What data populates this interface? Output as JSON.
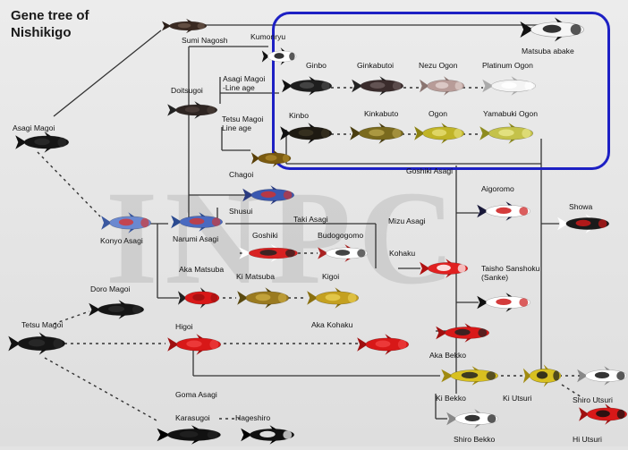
{
  "title": [
    "Gene tree of",
    "Nishikigo"
  ],
  "watermark": "INPC",
  "highlight_color": "#1d20c4",
  "varieties": [
    {
      "id": "asagi-magoi",
      "label": "Asagi Magoi",
      "colors": [
        "#151515",
        "#2a2a2a",
        "#111111"
      ]
    },
    {
      "id": "sumi-nagoshi",
      "label": "Sumi Nagosh",
      "colors": [
        "#3a2a22",
        "#6a5548",
        "#2a1e18"
      ]
    },
    {
      "id": "kumonryu",
      "label": "Kumonryu",
      "colors": [
        "#ffffff",
        "#111111",
        "#111111"
      ]
    },
    {
      "id": "matsuba-abake",
      "label": "Matsuba abake",
      "colors": [
        "#f5f5f5",
        "#111111",
        "#111111"
      ]
    },
    {
      "id": "doitsugoi",
      "label": "Doitsugoi",
      "colors": [
        "#2e2522",
        "#4a3d38",
        "#222222"
      ]
    },
    {
      "id": "asagi-magoi-lineage",
      "label": "Asagi Magoi\n-Line age",
      "colors": [
        "#222",
        "#333",
        "#111"
      ]
    },
    {
      "id": "tetsu-magoi-lineage",
      "label": "Tetsu Magoi\nLine age",
      "colors": [
        "#222",
        "#333",
        "#111"
      ]
    },
    {
      "id": "ginbo",
      "label": "Ginbo",
      "colors": [
        "#1e1e1e",
        "#4a4a4a",
        "#111111"
      ]
    },
    {
      "id": "ginkabutoi",
      "label": "Ginkabutoi",
      "colors": [
        "#3a2c2c",
        "#6a5a5a",
        "#222222"
      ]
    },
    {
      "id": "nezu-ogon",
      "label": "Nezu Ogon",
      "colors": [
        "#b89c98",
        "#e0d0cc",
        "#8a7470"
      ]
    },
    {
      "id": "platinum-ogon",
      "label": "Platinum Ogon",
      "colors": [
        "#f4f4f4",
        "#ffffff",
        "#aaaaaa"
      ]
    },
    {
      "id": "kinbo",
      "label": "Kinbo",
      "colors": [
        "#1e1a12",
        "#3a3422",
        "#111111"
      ]
    },
    {
      "id": "kinkabuto",
      "label": "Kinkabuto",
      "colors": [
        "#7a6a1e",
        "#b4a048",
        "#4a3e10"
      ]
    },
    {
      "id": "ogon",
      "label": "Ogon",
      "colors": [
        "#c0b428",
        "#e4dc70",
        "#8a8010"
      ]
    },
    {
      "id": "yamabuki-ogon",
      "label": "Yamabuki Ogon",
      "colors": [
        "#c4c24a",
        "#e8e688",
        "#8e8c20"
      ]
    },
    {
      "id": "chagoi",
      "label": "Chagoi",
      "colors": [
        "#7a5a10",
        "#a88428",
        "#5a4008"
      ]
    },
    {
      "id": "goshiki-asagi",
      "label": "Goshiki Asagi",
      "colors": [
        "#444",
        "#666",
        "#222"
      ]
    },
    {
      "id": "shusui",
      "label": "Shusui",
      "colors": [
        "#3a58b0",
        "#cc3333",
        "#2a3a80"
      ]
    },
    {
      "id": "konyo-asagi",
      "label": "Konyo Asagi",
      "colors": [
        "#6a88d0",
        "#d23a3a",
        "#3a58a0"
      ]
    },
    {
      "id": "narumi-asagi",
      "label": "Narumi Asagi",
      "colors": [
        "#4a6ac0",
        "#cc3a3a",
        "#2a4a90"
      ]
    },
    {
      "id": "taki-asagi",
      "label": "Taki Asagi",
      "colors": [
        "#333",
        "#555",
        "#111"
      ]
    },
    {
      "id": "goshiki",
      "label": "Goshiki",
      "colors": [
        "#d82222",
        "#222222",
        "#ffffff"
      ]
    },
    {
      "id": "budogogomo",
      "label": "Budogogomo",
      "colors": [
        "#ffffff",
        "#222222",
        "#aa2222"
      ]
    },
    {
      "id": "mizu-asagi",
      "label": "Mizu Asagi",
      "colors": [
        "#333",
        "#555",
        "#111"
      ]
    },
    {
      "id": "kohaku",
      "label": "Kohaku",
      "colors": [
        "#e02020",
        "#ffffff",
        "#b01010"
      ]
    },
    {
      "id": "aigoromo",
      "label": "Aigoromo",
      "colors": [
        "#ffffff",
        "#cc1a1a",
        "#1a1a3a"
      ]
    },
    {
      "id": "showa",
      "label": "Showa",
      "colors": [
        "#1a1a1a",
        "#cc1a1a",
        "#ffffff"
      ]
    },
    {
      "id": "aka-matsuba",
      "label": "Aka Matsuba",
      "colors": [
        "#d81818",
        "#a01010",
        "#222222"
      ]
    },
    {
      "id": "ki-matsuba",
      "label": "Ki Matsuba",
      "colors": [
        "#9a7a20",
        "#c8a840",
        "#5a4a10"
      ]
    },
    {
      "id": "kigoi",
      "label": "Kigoi",
      "colors": [
        "#c4a020",
        "#e8cc50",
        "#8a7010"
      ]
    },
    {
      "id": "taisho-sanshoku",
      "label": "Taisho Sanshoku\n(Sanke)",
      "colors": [
        "#ffffff",
        "#cc1a1a",
        "#111111"
      ]
    },
    {
      "id": "doro-magoi",
      "label": "Doro Magoi",
      "colors": [
        "#151515",
        "#2a2a2a",
        "#111111"
      ]
    },
    {
      "id": "tetsu-magoi",
      "label": "Tetsu Magoi",
      "colors": [
        "#151515",
        "#2a2a2a",
        "#111111"
      ]
    },
    {
      "id": "higoi",
      "label": "Higoi",
      "colors": [
        "#d81818",
        "#f04040",
        "#a01010"
      ]
    },
    {
      "id": "aka-kohaku",
      "label": "Aka Kohaku",
      "colors": [
        "#d81818",
        "#f04040",
        "#a01010"
      ]
    },
    {
      "id": "aka-bekko",
      "label": "Aka Bekko",
      "colors": [
        "#d81818",
        "#222222",
        "#a01010"
      ]
    },
    {
      "id": "goma-asagi",
      "label": "Goma Asagi",
      "colors": [
        "#333",
        "#555",
        "#111"
      ]
    },
    {
      "id": "ki-bekko",
      "label": "Ki Bekko",
      "colors": [
        "#d8c020",
        "#222222",
        "#a08a10"
      ]
    },
    {
      "id": "ki-utsuri",
      "label": "Ki Utsuri",
      "colors": [
        "#d8c020",
        "#1a1a1a",
        "#a08a10"
      ]
    },
    {
      "id": "shiro-utsuri",
      "label": "Shiro Utsuri",
      "colors": [
        "#ffffff",
        "#111111",
        "#888888"
      ]
    },
    {
      "id": "hi-utsuri",
      "label": "Hi Utsuri",
      "colors": [
        "#d81818",
        "#111111",
        "#a01010"
      ]
    },
    {
      "id": "karasugoi",
      "label": "Karasugoi",
      "colors": [
        "#111111",
        "#222222",
        "#000000"
      ]
    },
    {
      "id": "hageshiro",
      "label": "Hageshiro",
      "colors": [
        "#111111",
        "#ffffff",
        "#000000"
      ]
    },
    {
      "id": "shiro-bekko",
      "label": "Shiro Bekko",
      "colors": [
        "#ffffff",
        "#111111",
        "#888888"
      ]
    }
  ],
  "connections": [
    [
      "asagi-magoi",
      "sumi-nagoshi",
      "solid"
    ],
    [
      "sumi-nagoshi",
      "matsuba-abake",
      "solid"
    ],
    [
      "sumi-nagoshi",
      "doitsugoi",
      "solid"
    ],
    [
      "doitsugoi",
      "asagi-magoi-lineage",
      "solid"
    ],
    [
      "asagi-magoi-lineage",
      "ginbo",
      "solid"
    ],
    [
      "tetsu-magoi-lineage",
      "kinbo",
      "solid"
    ],
    [
      "ginbo",
      "platinum-ogon",
      "dashed"
    ],
    [
      "kinbo",
      "yamabuki-ogon",
      "dashed"
    ],
    [
      "doitsugoi",
      "chagoi",
      "solid"
    ],
    [
      "doitsugoi",
      "shusui",
      "solid"
    ],
    [
      "asagi-magoi",
      "konyo-asagi",
      "dotted"
    ],
    [
      "konyo-asagi",
      "narumi-asagi",
      "solid"
    ],
    [
      "narumi-asagi",
      "goshiki",
      "dotted"
    ],
    [
      "goshiki",
      "budogogomo",
      "dotted"
    ],
    [
      "narumi-asagi",
      "aka-matsuba",
      "solid"
    ],
    [
      "aka-matsuba",
      "kigoi",
      "dashed"
    ],
    [
      "kohaku",
      "aigoromo",
      "solid"
    ],
    [
      "kohaku",
      "taisho-sanshoku",
      "solid"
    ],
    [
      "tetsu-magoi",
      "doro-magoi",
      "dotted"
    ],
    [
      "tetsu-magoi",
      "higoi",
      "dotted"
    ],
    [
      "higoi",
      "aka-kohaku",
      "dotted"
    ],
    [
      "tetsu-magoi",
      "karasugoi",
      "dotted"
    ],
    [
      "karasugoi",
      "hageshiro",
      "dotted"
    ],
    [
      "ki-bekko",
      "shiro-utsuri",
      "dotted"
    ],
    [
      "ki-utsuri",
      "hi-utsuri",
      "dotted"
    ]
  ]
}
